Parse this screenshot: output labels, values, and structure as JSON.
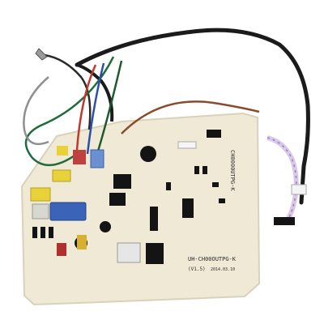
{
  "photo": {
    "board_label": "UH-CH00OUTPG-K",
    "board_version": "(V1.5)",
    "board_date": "2014.03.10",
    "side_label": "CH0000UTPG-K"
  },
  "colors": {
    "background": "#ffffff",
    "pcb": "#efe9d6",
    "pcb_edge": "#d9d2bb",
    "wire_black": "#1b1b1b",
    "wire_green": "#1e6b3b",
    "wire_red": "#c0392b",
    "wire_blue": "#2a4fa8",
    "wire_brown": "#8b4a2b",
    "wire_gray": "#8f8f8f",
    "ribbon": "#d9c8e8",
    "capacitor_blue": "#3b63b8",
    "capacitor_yellow": "#e8d23a",
    "relay_black": "#141414"
  }
}
